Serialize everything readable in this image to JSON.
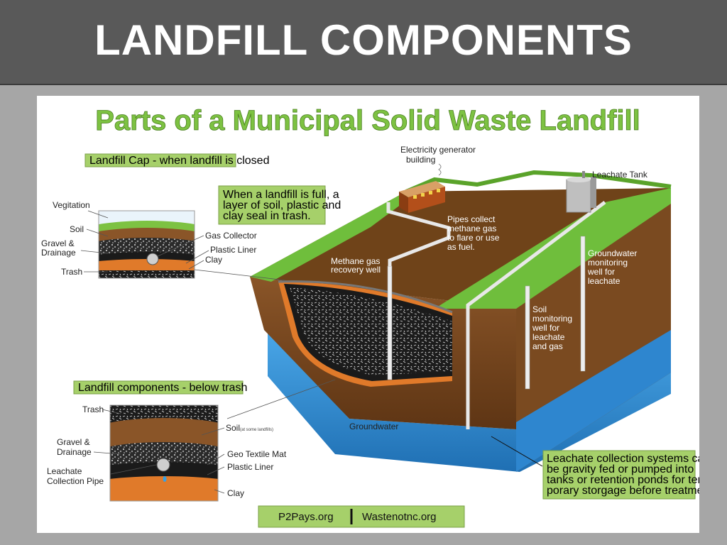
{
  "slide_title": "LANDFILL COMPONENTS",
  "diagram_title": "Parts of a Municipal Solid Waste Landfill",
  "cap_box": "Landfill Cap - when landfill is closed",
  "cap_note": [
    "When a landfill is full, a",
    "layer of soil, plastic and",
    "clay seal in trash."
  ],
  "cap_layers": {
    "vegetation": "Vegitation",
    "soil": "Soil",
    "gravel": [
      "Gravel &",
      "Drainage"
    ],
    "trash": "Trash",
    "gas_collector": "Gas Collector",
    "plastic_liner": "Plastic Liner",
    "clay": "Clay"
  },
  "below_box": "Landfill components - below trash",
  "below_layers": {
    "trash": "Trash",
    "gravel": [
      "Gravel &",
      "Drainage"
    ],
    "leachate_pipe": [
      "Leachate",
      "Collection Pipe"
    ],
    "soil": "Soil",
    "soil_note": "(at some landfills)",
    "geo_textile": "Geo Textile Mat",
    "plastic_liner": "Plastic Liner",
    "clay": "Clay"
  },
  "site_labels": {
    "electricity": [
      "Electricity generator",
      "building"
    ],
    "leachate_tank": "Leachate Tank",
    "pipes": [
      "Pipes collect",
      "methane gas",
      "to flare or use",
      "as fuel."
    ],
    "methane_well": [
      "Methane gas",
      "recovery well"
    ],
    "groundwater_well": [
      "Groundwater",
      "monitoring",
      "well for",
      "leachate"
    ],
    "soil_well": [
      "Soil",
      "monitoring",
      "well for",
      "leachate",
      "and gas"
    ],
    "groundwater": "Groundwater"
  },
  "leachate_note": [
    "Leachate collection systems can",
    "be gravity fed or pumped into",
    "tanks or retention ponds for tem-",
    "porary storgage before treatment."
  ],
  "footer": {
    "left": "P2Pays.org",
    "right": "Wastenotnc.org"
  },
  "colors": {
    "header_bg": "#595959",
    "slide_bg": "#a6a6a6",
    "title_green": "#7dc242",
    "label_box": "#a6d06a",
    "soil_brown": "#7a4a20",
    "grass": "#6fbe3c",
    "water": "#2f8fd6"
  }
}
